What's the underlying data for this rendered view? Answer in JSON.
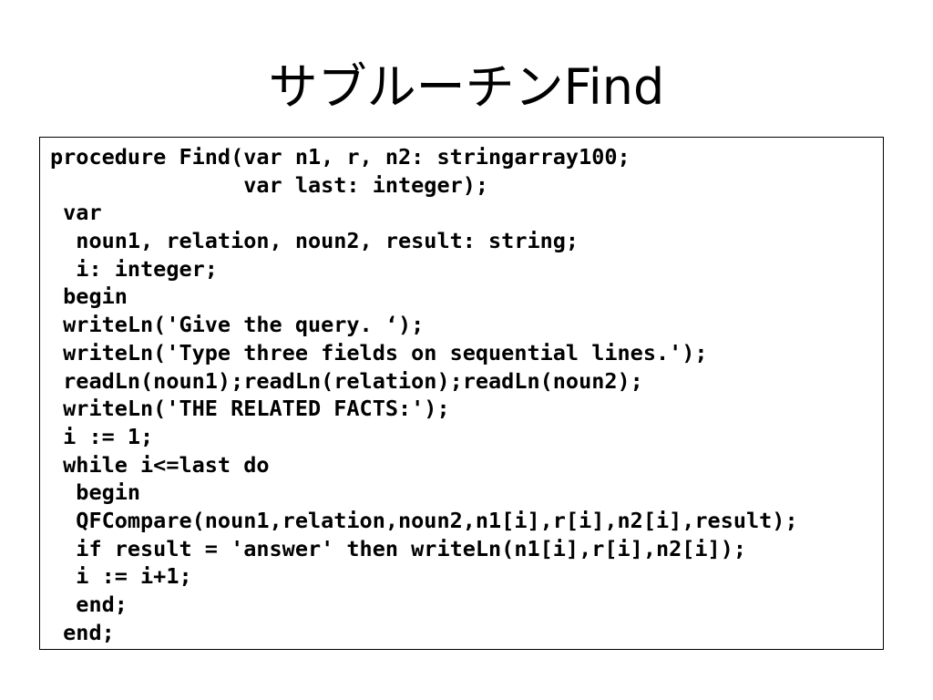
{
  "slide": {
    "title": "サブルーチンFind",
    "code_lines": [
      "procedure Find(var n1, r, n2: stringarray100;",
      "               var last: integer);",
      " var",
      "  noun1, relation, noun2, result: string;",
      "  i: integer;",
      " begin",
      " writeLn('Give the query. ‘);",
      " writeLn('Type three fields on sequential lines.');",
      " readLn(noun1);readLn(relation);readLn(noun2);",
      " writeLn('THE RELATED FACTS:');",
      " i := 1;",
      " while i<=last do",
      "  begin",
      "  QFCompare(noun1,relation,noun2,n1[i],r[i],n2[i],result);",
      "  if result = 'answer' then writeLn(n1[i],r[i],n2[i]);",
      "  i := i+1;",
      "  end;",
      " end;"
    ]
  }
}
